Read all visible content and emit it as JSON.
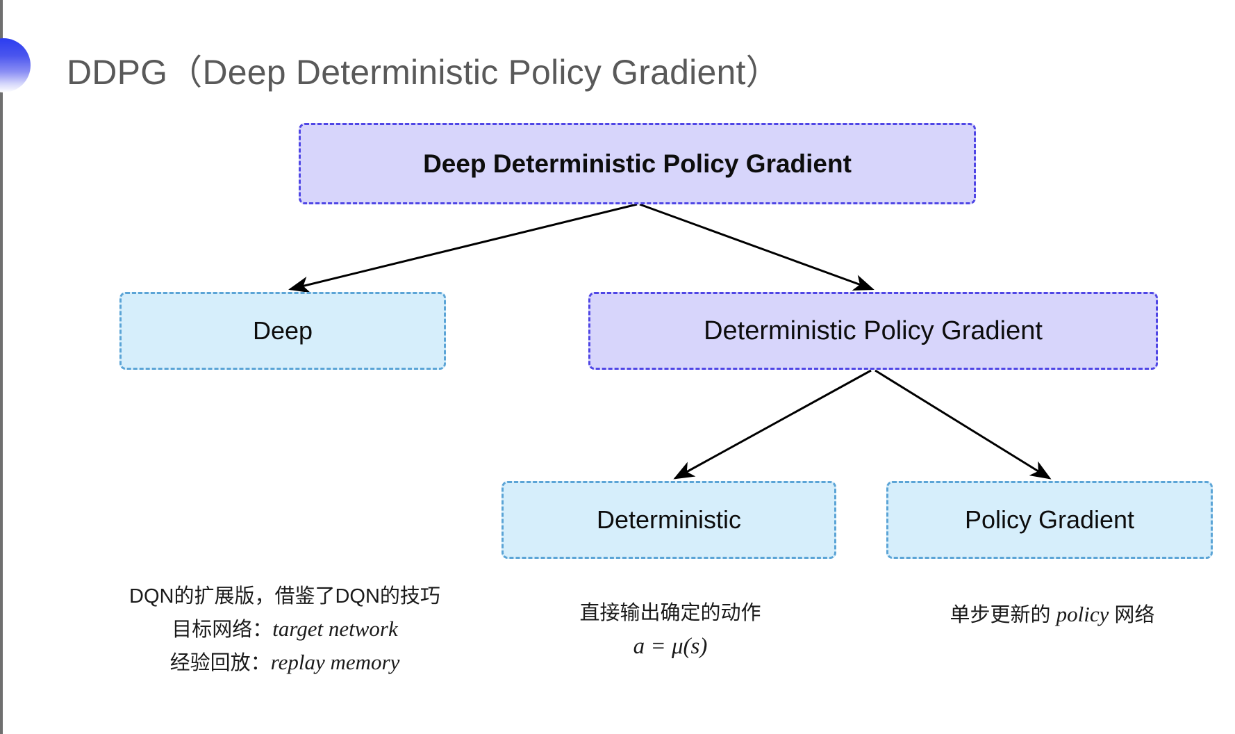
{
  "slide": {
    "title": "DDPG（Deep Deterministic Policy Gradient）",
    "background_color": "#ffffff",
    "title_color": "#595959",
    "bullet_gradient_from": "#2b3cf0",
    "bullet_gradient_to": "#ffffff"
  },
  "palette": {
    "purple_fill": "#d7d5fb",
    "purple_border": "#4f46e5",
    "blue_fill": "#d6eefb",
    "blue_border": "#5ba4d6",
    "arrow_color": "#000000"
  },
  "diagram": {
    "type": "tree",
    "nodes": [
      {
        "id": "root",
        "label": "Deep Deterministic Policy Gradient",
        "style": "purple",
        "level": 0
      },
      {
        "id": "deep",
        "label": "Deep",
        "style": "blue",
        "level": 1
      },
      {
        "id": "dpg",
        "label": "Deterministic Policy Gradient",
        "style": "purple",
        "level": 1
      },
      {
        "id": "det",
        "label": "Deterministic",
        "style": "blue",
        "level": 2
      },
      {
        "id": "pg",
        "label": "Policy Gradient",
        "style": "blue",
        "level": 2
      }
    ],
    "edges": [
      {
        "from": "root",
        "to": "deep"
      },
      {
        "from": "root",
        "to": "dpg"
      },
      {
        "from": "dpg",
        "to": "det"
      },
      {
        "from": "dpg",
        "to": "pg"
      }
    ]
  },
  "captions": {
    "deep": {
      "line1": "DQN的扩展版，借鉴了DQN的技巧",
      "line2_label": "目标网络：",
      "line2_term": "target network",
      "line3_label": "经验回放：",
      "line3_term": "replay memory"
    },
    "deterministic": {
      "line1": "直接输出确定的动作",
      "formula": "a = μ(s)"
    },
    "policy_gradient": {
      "line1": "单步更新的",
      "line2_term": "policy",
      "line2_rest": " 网络"
    }
  }
}
